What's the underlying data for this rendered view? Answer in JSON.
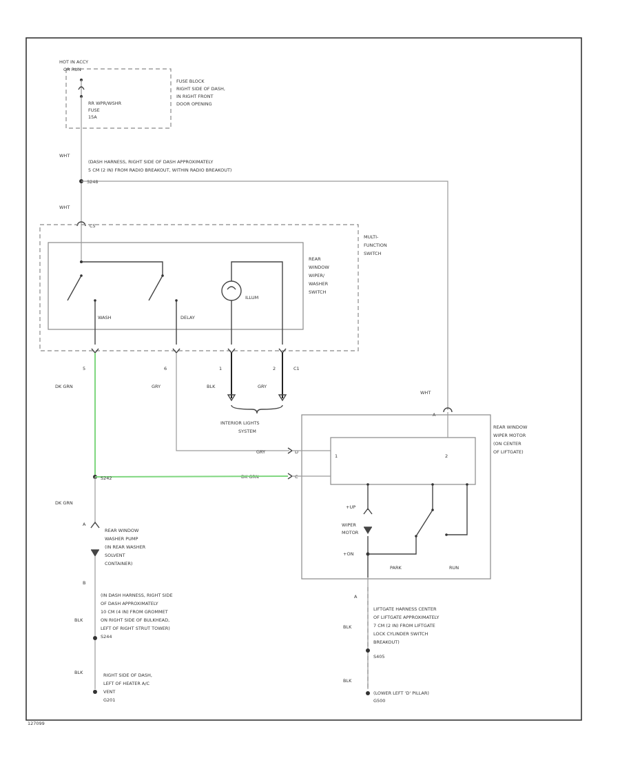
{
  "fuse_block": {
    "hot_label": "HOT IN ACCY",
    "hot_sub": "OR RUN",
    "fuse_lines": [
      "RR WPR/WSHR",
      "FUSE",
      "15A"
    ],
    "location": [
      "FUSE BLOCK",
      "RIGHT SIDE OF DASH,",
      "IN RIGHT FRONT",
      "DOOR OPENING"
    ]
  },
  "splice_top": {
    "wire_color": "WHT",
    "location_lines": [
      "(DASH HARNESS, RIGHT SIDE OF DASH APPROXIMATELY",
      "5 CM (2 IN) FROM RADIO BREAKOUT, WITHIN RADIO BREAKOUT)"
    ],
    "splice_id": "S248"
  },
  "switch_block": {
    "input_wire": "WHT",
    "connector": "C5",
    "multi_function": [
      "MULTI-",
      "FUNCTION",
      "SWITCH"
    ],
    "switch_name": [
      "REAR",
      "WINDOW",
      "WIPER/",
      "WASHER",
      "SWITCH"
    ],
    "wash_label": "WASH",
    "delay_label": "DELAY",
    "illum_label": "ILLUM",
    "pins": [
      "5",
      "6",
      "1",
      "2"
    ],
    "pin_connector": "C1",
    "wire_colors": [
      "DK GRN",
      "GRY",
      "BLK",
      "GRY"
    ]
  },
  "interior_lights": [
    "INTERIOR LIGHTS",
    "SYSTEM"
  ],
  "motor": {
    "wht_label": "WHT",
    "pin_a": "A",
    "name": [
      "REAR WINDOW",
      "WIPER MOTOR",
      "(ON CENTER",
      "OF LIFTGATE)"
    ],
    "box_pins": [
      "1",
      "2"
    ],
    "gry_label": "GRY",
    "dkgrn_label": "DK GRN",
    "pin_d": "D",
    "pin_c": "C",
    "up_label": "+UP",
    "wiper_motor": [
      "WIPER",
      "MOTOR"
    ],
    "on_label": "+ON",
    "park_label": "PARK",
    "run_label": "RUN",
    "pin_bottom": "A",
    "ground_wire": "BLK",
    "liftgate_loc": [
      "LIFTGATE HARNESS CENTER",
      "OF LIFTGATE APPROXIMATELY",
      "7 CM (2 IN) FROM LIFTGATE",
      "LOCK CYLINDER SWITCH",
      "BREAKOUT)"
    ],
    "liftgate_splice": "S405",
    "ground_wire2": "BLK",
    "ground_loc": "(LOWER LEFT 'D' PILLAR)",
    "ground_id": "G500"
  },
  "left": {
    "splice_label": "S242",
    "dk_grn_below": "DK GRN",
    "pump_pin": "A",
    "pump": [
      "REAR WINDOW",
      "WASHER PUMP",
      "(IN REAR WASHER",
      "SOLVENT",
      "CONTAINER)"
    ],
    "pin_b": "B",
    "dash_loc": [
      "(IN DASH HARNESS, RIGHT SIDE",
      "OF DASH APPROXIMATELY",
      "10 CM (4 IN) FROM GROMMET",
      "ON RIGHT SIDE OF BULKHEAD,",
      "LEFT OF RIGHT STRUT TOWER)"
    ],
    "blk1": "BLK",
    "splice2": "S244",
    "blk2": "BLK",
    "ground_loc": [
      "RIGHT SIDE OF DASH,",
      "LEFT OF HEATER A/C",
      "VENT"
    ],
    "ground_id": "G201"
  },
  "figure_id": "127099"
}
